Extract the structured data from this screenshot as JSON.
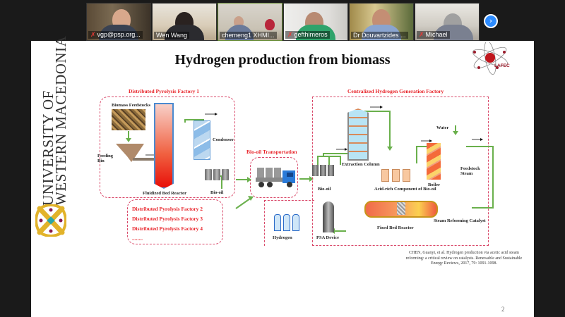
{
  "gallery": {
    "participants": [
      {
        "name": "vgp@psp.org...",
        "muted": true
      },
      {
        "name": "Wen Wang",
        "muted": false
      },
      {
        "name": "chemeng1 XHMI...",
        "muted": false
      },
      {
        "name": "gefthimeros",
        "muted": true
      },
      {
        "name": "Dr Douvartzides ...",
        "muted": false
      },
      {
        "name": "Michael",
        "muted": true
      }
    ],
    "next_page_icon": "chevron-right-icon",
    "accent": "#2d8cff"
  },
  "slide": {
    "title": "Hydrogen production from biomass",
    "university_line1": "UNIVERSITY OF",
    "university_line2": "WESTERN MACEDONIA",
    "lab_logo": "LAFEC",
    "page_number": "2",
    "reference": "CHEN, Guanyi, et al. Hydrogen production via acetic acid steam reforming: a critical review on catalysts. Renewable and Sustainable Energy Reviews, 2017, 79: 1091-1098.",
    "diagram": {
      "factory1_title": "Distributed Pyrolysis Factory 1",
      "biomass_feedstocks": "Biomass Feedstocks",
      "feeding_bin": "Feeding Bin",
      "fluidized_bed_reactor": "Fluidized Bed Reactor",
      "condenser": "Condenser",
      "bio_oil": "Bio-oil",
      "other_factories": [
        "Distributed Pyrolysis Factory 2",
        "Distributed Pyrolysis Factory 3",
        "Distributed Pyrolysis Factory 4",
        "........"
      ],
      "transport_title": "Bio-oil Transportation",
      "central_title": "Centralized Hydrogen Generation Factory",
      "extraction_column": "Extraction Column",
      "bio_oil_central": "Bio-oil",
      "acid_rich": "Acid-rich Component of Bio-oil",
      "water": "Water",
      "boiler": "Boiler",
      "feedstock_steam": "Feedstock Steam",
      "fixed_bed_reactor": "Fixed Bed Reactor",
      "steam_reforming_catalyst": "Steam Reforming Catalyst",
      "psa_device": "PSA Device",
      "hydrogen": "Hydrogen"
    },
    "colors": {
      "title_red": "#e8262c",
      "pipe_green": "#6ab04c",
      "dashed": "#d9496a"
    }
  }
}
